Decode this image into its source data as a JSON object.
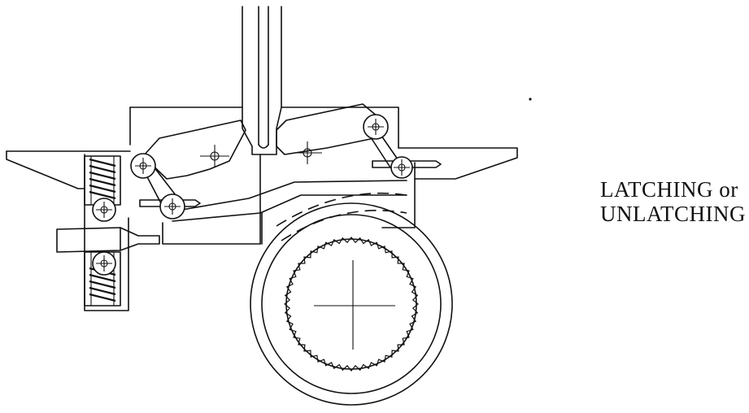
{
  "caption": {
    "line1": "LATCHING or",
    "line2": "UNLATCHING"
  },
  "parts": {
    "spring_coil": "spring-coil",
    "pivot_pins": "pivot-pin",
    "latch_arms": "latch-arm",
    "gear_wheel": "toothed-gear",
    "shaft": "vertical-shaft"
  }
}
